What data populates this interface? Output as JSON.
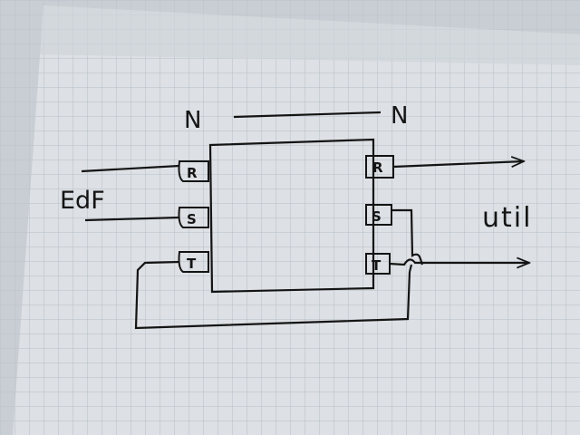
{
  "colors": {
    "paper": "#d9dde2",
    "paper_back": "#c9ced4",
    "grid": "#aeb9c6",
    "ink": "#141414",
    "desk": "#2a241e"
  },
  "diagram": {
    "top_left_label": "N",
    "top_right_label": "N",
    "source_label": "EdF",
    "output_label": "util",
    "left_terminals": [
      "R",
      "S",
      "T"
    ],
    "right_terminals": [
      "R",
      "S",
      "T"
    ]
  }
}
